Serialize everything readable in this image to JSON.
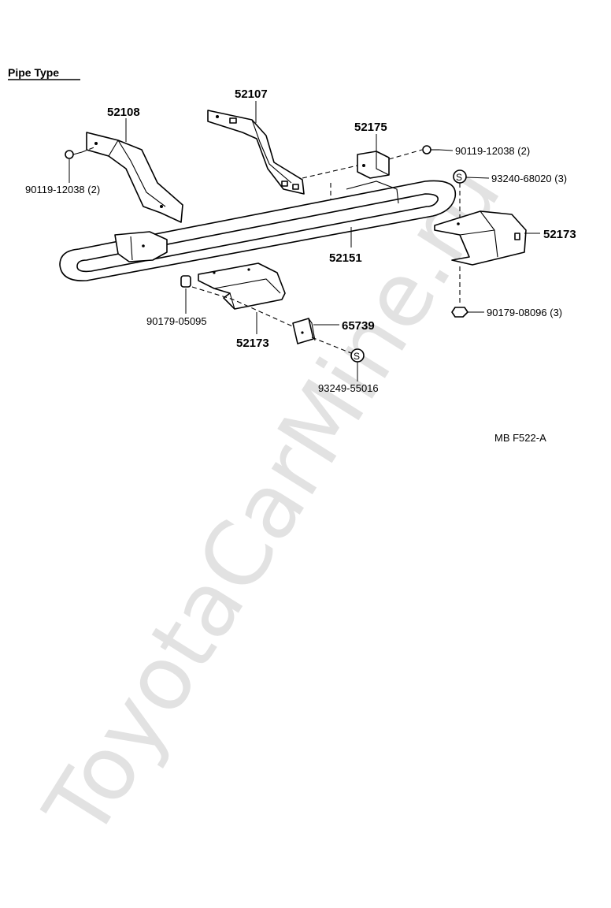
{
  "title": "Pipe Type",
  "figure_code": "MB F522-A",
  "watermark": "ToyotaCarMine.ru",
  "parts": {
    "p52108": "52108",
    "p52107": "52107",
    "p52175": "52175",
    "p52151": "52151",
    "p52173_right": "52173",
    "p52173_left": "52173",
    "p65739": "65739",
    "bolt_top_right": "90119-12038 (2)",
    "bolt_left": "90119-12038 (2)",
    "washer_s_top": "93240-68020 (3)",
    "nut_right": "90179-08096 (3)",
    "nut_left": "90179-05095",
    "washer_s_bottom": "93249-55016"
  },
  "symbols": {
    "s_marker": "S"
  }
}
